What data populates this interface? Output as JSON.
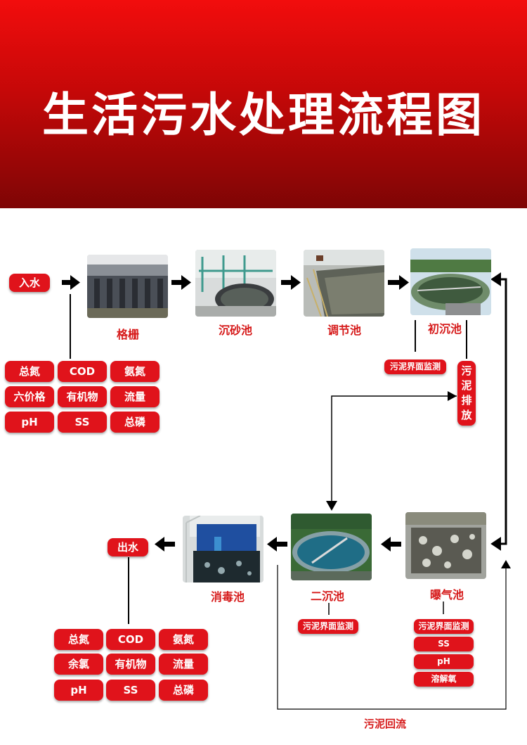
{
  "title": "生活污水处理流程图",
  "inlet_label": "入水",
  "outlet_label": "出水",
  "inlet_params": [
    "总氮",
    "COD",
    "氨氮",
    "六价格",
    "有机物",
    "流量",
    "pH",
    "SS",
    "总磷"
  ],
  "outlet_params": [
    "总氮",
    "COD",
    "氨氮",
    "余氯",
    "有机物",
    "流量",
    "pH",
    "SS",
    "总磷"
  ],
  "stages": {
    "grille": "格栅",
    "grit": "沉砂池",
    "regulation": "调节池",
    "primary": "初沉池",
    "aeration": "曝气池",
    "secondary": "二沉池",
    "disinfection": "消毒池"
  },
  "primary_monitor": "污泥界面监测",
  "sludge_discharge": [
    "污",
    "泥",
    "排",
    "放"
  ],
  "secondary_monitor": "污泥界面监测",
  "aeration_monitors": [
    "污泥界面监测",
    "SS",
    "pH",
    "溶解氧"
  ],
  "sludge_return": "污泥回流",
  "colors": {
    "accent": "#e0131b",
    "banner_top": "#f20d0d",
    "banner_bottom": "#7e0505",
    "label_red": "#d61a1a",
    "arrow": "#000000"
  }
}
